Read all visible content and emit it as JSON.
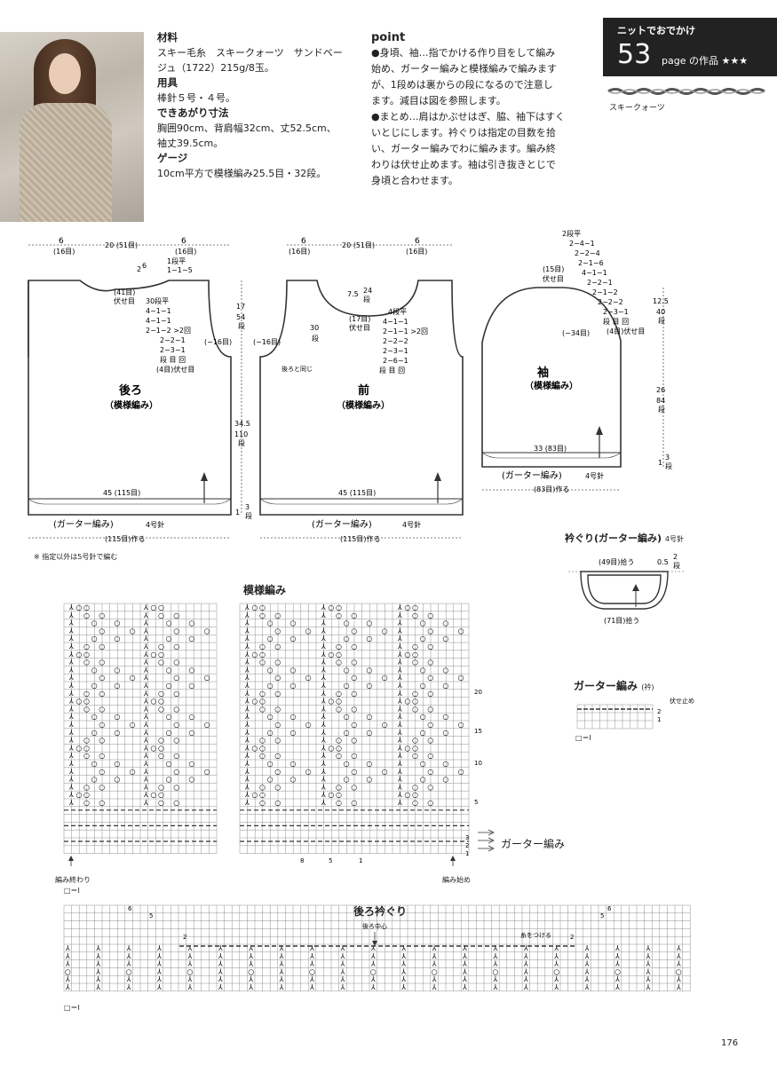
{
  "header": {
    "series": "ニットでおでかけ",
    "page_number": "53",
    "page_label": "page の作品 ★★★",
    "yarn_label": "スキークォーツ"
  },
  "materials": {
    "h_material": "材料",
    "material_1": "スキー毛糸　スキークォーツ　サンドベー",
    "material_2": "ジュ（1722）215g/8玉。",
    "h_tools": "用具",
    "tools": "棒針５号・４号。",
    "h_size": "できあがり寸法",
    "size_1": "胸囲90cm、背肩幅32cm、丈52.5cm、",
    "size_2": "袖丈39.5cm。",
    "h_gauge": "ゲージ",
    "gauge": "10cm平方で模様編み25.5目・32段。"
  },
  "point": {
    "title": "point",
    "p1": "●身頃、袖…指でかける作り目をして編み",
    "p2": "始め、ガーター編みと模様編みで編みます",
    "p3": "が、1段めは裏からの段になるので注意し",
    "p4": "ます。減目は図を参照します。",
    "p5": "●まとめ…肩はかぶせはぎ、脇、袖下はすく",
    "p6": "いとじにします。衿ぐりは指定の目数を拾",
    "p7": "い、ガーター編みでわに編みます。編み終",
    "p8": "わりは伏せ止めます。袖は引き抜きとじで",
    "p9": "身頃と合わせます。"
  },
  "back": {
    "name": "後ろ",
    "pattern": "（模様編み）",
    "top_left": "6",
    "top_left_sts": "(16目)",
    "top_mid": "20 (51目)",
    "top_right": "6",
    "top_right_sts": "(16目)",
    "row_flat": "1段平",
    "row_dec": "1−1−5",
    "neck_rows": "2",
    "neck_rows_unit": "6",
    "bind_sts": "(41目)",
    "bind_label": "伏せ目",
    "arm_1": "30段平",
    "arm_2": "4−1−1",
    "arm_3": "4−1−1",
    "arm_4": "2−1−2 >2回",
    "arm_5": "2−2−1",
    "arm_6": "2−3−1",
    "arm_7": "段 目 回",
    "arm_8": "(4目)伏せ目",
    "side_dec": "(−16目)",
    "h_upper": "17",
    "h_upper_rows": "54",
    "h_upper_unit": "段",
    "h_lower": "34.5",
    "h_lower_rows": "110",
    "h_lower_unit": "段",
    "rib_rows": "3",
    "rib_unit": "段",
    "rib_h": "1",
    "width": "45 (115目)",
    "garter": "(ガーター編み)",
    "needle": "4号針",
    "cast_on": "(115目)作る"
  },
  "front": {
    "name": "前",
    "pattern": "（模様編み）",
    "top_left": "6",
    "top_left_sts": "(16目)",
    "top_mid": "20 (51目)",
    "top_right": "6",
    "top_right_sts": "(16目)",
    "neck_h": "7.5",
    "neck_rows": "24",
    "neck_unit": "段",
    "bind_sts": "(17目)",
    "bind_label": "伏せ目",
    "arm_rows": "30",
    "arm_unit": "段",
    "same_as_back": "後ろと同じ",
    "side_dec": "(−16目)",
    "neck_1": "4段平",
    "neck_2": "4−1−1",
    "neck_3": "2−1−1 >2回",
    "neck_4": "2−2−2",
    "neck_5": "2−3−1",
    "neck_6": "2−6−1",
    "neck_7": "段 目 回",
    "width": "45 (115目)",
    "garter": "(ガーター編み)",
    "needle": "4号針",
    "cast_on": "(115目)作る"
  },
  "sleeve": {
    "name": "袖",
    "pattern": "（模様編み）",
    "top_1": "2段平",
    "top_2": "2−4−1",
    "top_3": "2−2−4",
    "top_4": "2−1−6",
    "top_5": "4−1−1",
    "top_6": "2−2−1",
    "top_7": "2−1−2",
    "top_8": "2−2−2",
    "top_9": "2−3−1",
    "top_10": "段 目 回",
    "top_11": "(4目)伏せ目",
    "cap_sts": "(15目)",
    "cap_bind": "伏せ目",
    "cap_h": "12.5",
    "cap_rows": "40",
    "cap_unit": "段",
    "side_dec": "(−34目)",
    "body_h": "26",
    "body_rows": "84",
    "body_unit": "段",
    "rib_h": "1",
    "rib_rows": "3",
    "rib_unit": "段",
    "width": "33 (83目)",
    "garter": "(ガーター編み)",
    "needle": "4号針",
    "cast_on": "(83目)作る"
  },
  "note": "※ 指定以外は5号針で編む",
  "neckband": {
    "title": "衿ぐり",
    "garter": "(ガーター編み)",
    "needle": "4号針",
    "pick_top": "(49目)拾う",
    "band_w": "0.5",
    "band_rows": "2",
    "band_unit": "段",
    "pick_bottom": "(71目)拾う"
  },
  "chart": {
    "title": "模様編み",
    "garter_label": "ガーター編み",
    "end_label": "編み終わり",
    "start_label": "編み始め",
    "legend": "□＝Ⅰ",
    "rows": [
      "20",
      "15",
      "10",
      "5",
      "3",
      "2",
      "1"
    ],
    "col_nums": [
      "8",
      "5",
      "1"
    ]
  },
  "garter_chart": {
    "title": "ガーター編み",
    "unit": "(衿)",
    "bind": "伏せ止め",
    "rows": [
      "2",
      "1"
    ],
    "legend": "□＝Ⅰ"
  },
  "back_neck_chart": {
    "title": "後ろ衿ぐり",
    "center": "後ろ中心",
    "join": "糸をつける",
    "legend": "□＝Ⅰ",
    "marks": [
      "6",
      "5",
      "2",
      "2",
      "5",
      "6"
    ]
  },
  "page_footer": "176"
}
